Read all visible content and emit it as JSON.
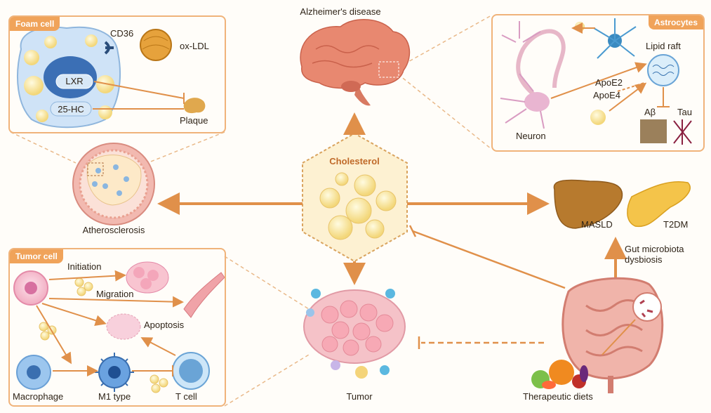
{
  "center": {
    "label": "Cholesterol"
  },
  "panels": {
    "foam_cell": {
      "title": "Foam cell",
      "cd36": "CD36",
      "oxldl": "ox-LDL",
      "lxr": "LXR",
      "hc": "25-HC",
      "plaque": "Plaque"
    },
    "astrocytes": {
      "title": "Astrocytes",
      "lipid_raft": "Lipid raft",
      "apoe2": "ApoE2",
      "apoe4": "ApoE4",
      "abeta": "Aβ",
      "tau": "Tau",
      "neuron": "Neuron"
    },
    "tumor_cell": {
      "title": "Tumor cell",
      "initiation": "Initiation",
      "migration": "Migration",
      "apoptosis": "Apoptosis",
      "macrophage": "Macrophage",
      "m1": "M1 type",
      "tcell": "T cell"
    }
  },
  "labels": {
    "alzheimers": "Alzheimer's disease",
    "atherosclerosis": "Atherosclerosis",
    "masld": "MASLD",
    "t2dm": "T2DM",
    "gut": "Gut microbiota",
    "dysbiosis": "dysbiosis",
    "tumor": "Tumor",
    "diets": "Therapeutic diets"
  },
  "colors": {
    "accent": "#f0a35a",
    "arrow": "#e0904a",
    "hexagon_fill": "#fdf1d2"
  }
}
